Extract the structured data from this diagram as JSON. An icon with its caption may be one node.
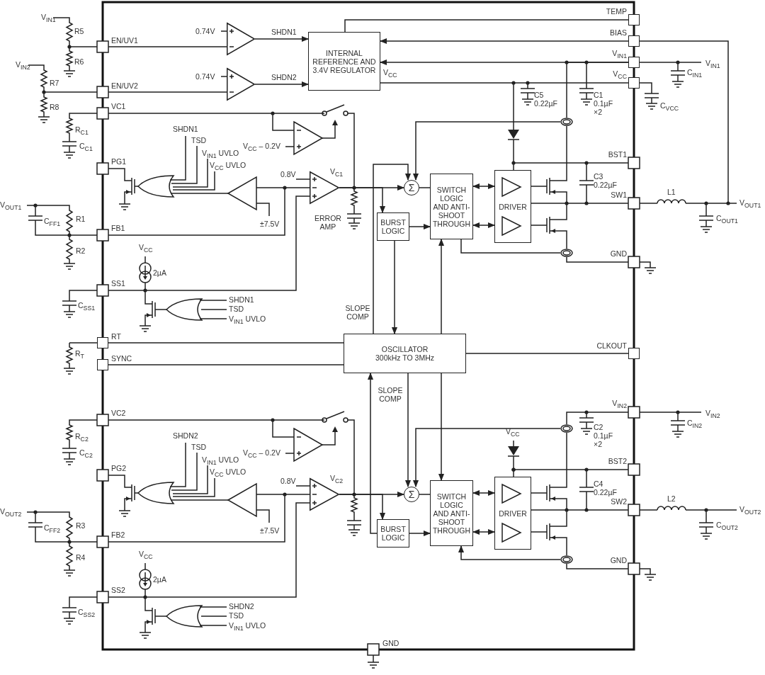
{
  "diagram": {
    "nodes": [
      {
        "text": [],
        "shape": "triangle",
        "beside": [
          "0.74V"
        ]
      },
      {
        "text": [],
        "shape": "triangle",
        "beside": [
          "0.74V"
        ]
      },
      {
        "text": [
          "INTERNAL REFERENCE AND 3.4V REGULATOR"
        ]
      },
      {
        "text": [],
        "shape": "triangle",
        "beside": [
          "0.8V",
          "ERROR AMP"
        ]
      },
      {
        "text": [
          "Σ"
        ]
      },
      {
        "text": [
          "BURST LOGIC"
        ]
      },
      {
        "text": [
          "SWITCH LOGIC AND ANTI-SHOOT THROUGH"
        ]
      },
      {
        "text": [
          "DRIVER"
        ]
      },
      {
        "text": [
          "OSCILLATOR",
          "300kHz TO 3MHz"
        ]
      },
      {
        "text": [],
        "shape": "triangle",
        "beside": [
          "0.8V"
        ]
      },
      {
        "text": [
          "Σ"
        ]
      },
      {
        "text": [
          "BURST LOGIC"
        ]
      },
      {
        "text": [
          "SWITCH LOGIC AND ANTI-SHOOT THROUGH"
        ]
      },
      {
        "text": [
          "DRIVER"
        ]
      },
      {
        "text": [
          "TEMP"
        ]
      },
      {
        "text": [
          "BIAS"
        ]
      },
      {
        "text": [
          "V$_{IN1}$"
        ]
      },
      {
        "text": [
          "V$_{CC}$"
        ]
      },
      {
        "text": [
          "RT"
        ]
      },
      {
        "text": [
          "SYNC"
        ]
      },
      {
        "text": [
          "CLKOUT"
        ]
      },
      {
        "text": [],
        "shape": "ring"
      },
      {
        "text": [],
        "shape": "ring"
      },
      {
        "text": [],
        "shape": "ring"
      },
      {
        "text": [],
        "shape": "ring"
      }
    ],
    "edges": [
      {
        "from": 0,
        "to": 2,
        "arrow": "to",
        "label": "SHDN1"
      },
      {
        "from": 1,
        "to": 2,
        "arrow": "to",
        "label": "SHDN2"
      },
      {
        "from": 15,
        "to": 2,
        "arrow": "to"
      },
      {
        "from": 16,
        "to": 2,
        "arrow": "to"
      },
      {
        "from": 2,
        "to": 14,
        "arrow": "none"
      },
      {
        "from": 2,
        "to": 17,
        "arrow": "none"
      },
      {
        "from": 3,
        "to": 4,
        "arrow": "to"
      },
      {
        "from": 3,
        "to": 5,
        "arrow": "to"
      },
      {
        "from": 4,
        "to": 6,
        "arrow": "none"
      },
      {
        "from": 5,
        "to": 6,
        "arrow": "to"
      },
      {
        "from": 6,
        "to": 7,
        "arrow": "both"
      },
      {
        "from": 6,
        "to": 7,
        "arrow": "both"
      },
      {
        "from": 21,
        "to": 4,
        "arrow": "to"
      },
      {
        "from": 22,
        "to": 6,
        "arrow": "none"
      },
      {
        "from": 8,
        "to": 4,
        "arrow": "to"
      },
      {
        "from": 5,
        "to": 8,
        "arrow": "to"
      },
      {
        "from": 8,
        "to": 6,
        "arrow": "to"
      },
      {
        "from": 8,
        "to": 10,
        "arrow": "to"
      },
      {
        "from": 8,
        "to": 12,
        "arrow": "to"
      },
      {
        "from": 11,
        "to": 8,
        "arrow": "to"
      },
      {
        "from": 9,
        "to": 10,
        "arrow": "to"
      },
      {
        "from": 9,
        "to": 11,
        "arrow": "to"
      },
      {
        "from": 10,
        "to": 12,
        "arrow": "none"
      },
      {
        "from": 11,
        "to": 12,
        "arrow": "to"
      },
      {
        "from": 12,
        "to": 13,
        "arrow": "both"
      },
      {
        "from": 12,
        "to": 13,
        "arrow": "both"
      },
      {
        "from": 23,
        "to": 10,
        "arrow": "to"
      },
      {
        "from": 24,
        "to": 12,
        "arrow": "to"
      },
      {
        "from": 18,
        "to": 8,
        "arrow": "none"
      },
      {
        "from": 19,
        "to": 8,
        "arrow": "none"
      },
      {
        "from": 8,
        "to": 20,
        "arrow": "none"
      },
      {
        "from": 21,
        "to": 16,
        "arrow": "none"
      }
    ],
    "labels": [
      "V$_{IN1}$",
      "R5",
      "R6",
      "V$_{IN2}$",
      "R7",
      "R8",
      "EN/UV1",
      "EN/UV2",
      "VC1",
      "R$_{C1}$",
      "C$_{C1}$",
      "PG1",
      "V$_{OUT1}$",
      "C$_{FF1}$",
      "R1",
      "FB1",
      "R2",
      "V$_{CC}$",
      "2µA",
      "SS1",
      "C$_{SS1}$",
      "V$_{CC}$",
      "SHDN1",
      "TSD",
      "V$_{IN1}$ UVLO",
      "V$_{CC}$ UVLO",
      "V$_{CC}$ – 0.2V",
      "V$_{C1}$",
      "±7.5V",
      "SHDN1",
      "TSD",
      "V$_{IN1}$ UVLO",
      "SLOPE COMP",
      "R$_{T}$",
      "SLOPE COMP",
      "VC2",
      "R$_{C2}$",
      "C$_{C2}$",
      "SHDN2",
      "TSD",
      "V$_{IN1}$ UVLO",
      "V$_{CC}$ UVLO",
      "V$_{CC}$ – 0.2V",
      "PG2",
      "V$_{C2}$",
      "V$_{OUT2}$",
      "C$_{FF2}$",
      "R3",
      "±7.5V",
      "FB2",
      "R4",
      "V$_{CC}$",
      "2µA",
      "SS2",
      "C$_{SS2}$",
      "SHDN2",
      "TSD",
      "V$_{IN1}$ UVLO",
      "GND",
      "V$_{IN1}$",
      "C$_{IN1}$",
      "C5 0.22µF",
      "C1 0.1µF ×2",
      "C$_{VCC}$",
      "BST1",
      "C3 0.22µF",
      "L1",
      "SW1",
      "V$_{OUT1}$",
      "C$_{OUT1}$",
      "GND",
      "V$_{IN2}$",
      "V$_{IN2}$",
      "C2 0.1µF ×2",
      "C$_{IN2}$",
      "V$_{CC}$",
      "BST2",
      "C4 0.22µF",
      "L2",
      "SW2",
      "V$_{OUT2}$",
      "C$_{OUT2}$",
      "GND"
    ]
  }
}
